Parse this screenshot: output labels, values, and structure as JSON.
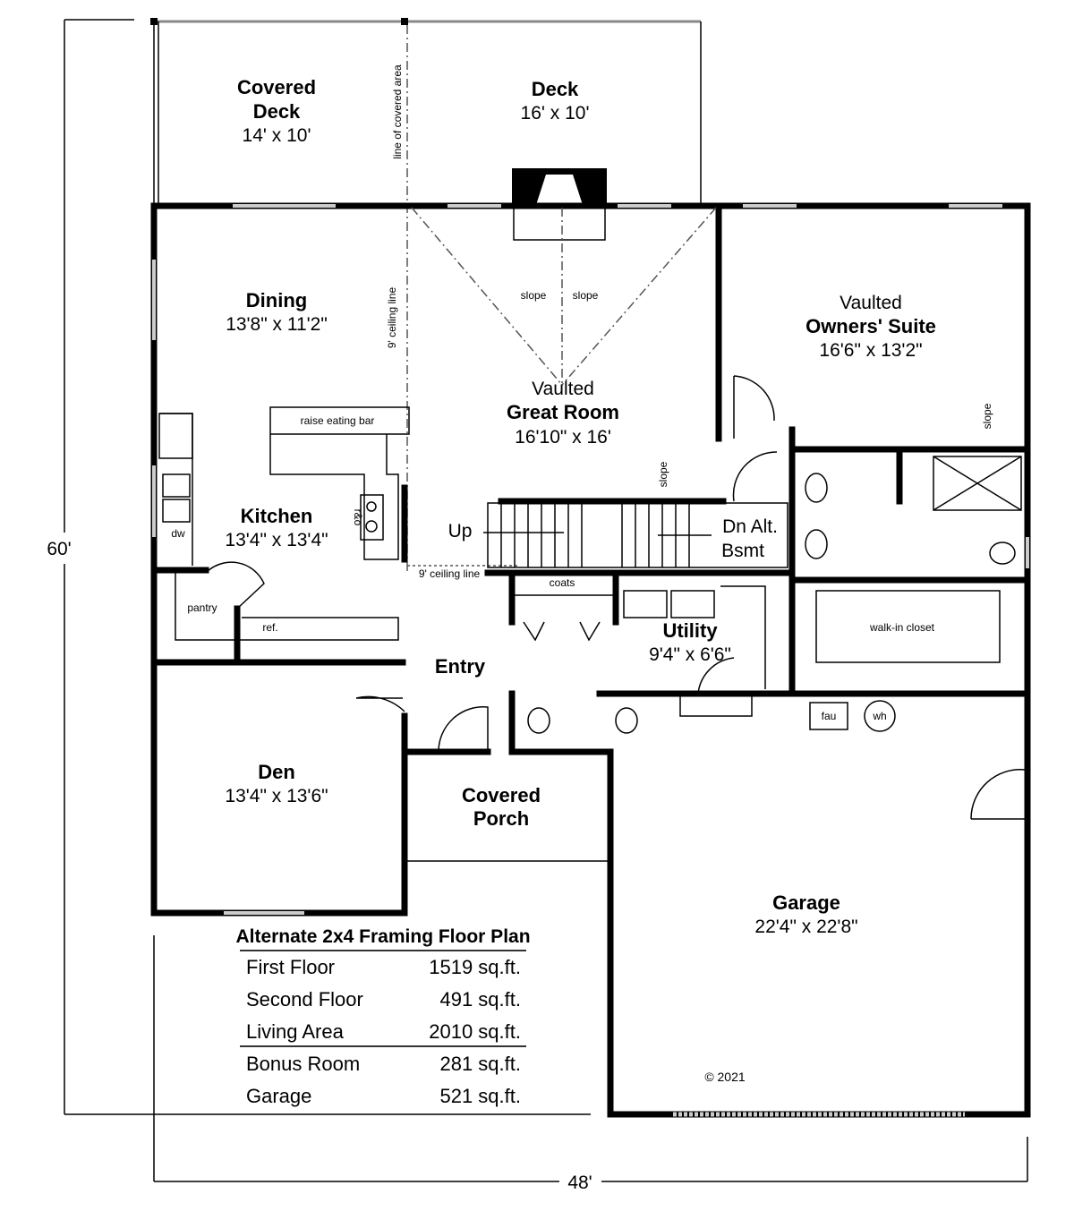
{
  "dimensions": {
    "height": "60'",
    "width": "48'"
  },
  "rooms": {
    "covered_deck": {
      "name1": "Covered",
      "name2": "Deck",
      "size": "14' x 10'"
    },
    "deck": {
      "name": "Deck",
      "size": "16' x 10'"
    },
    "dining": {
      "name": "Dining",
      "size": "13'8\" x 11'2\""
    },
    "great_room": {
      "prefix": "Vaulted",
      "name": "Great Room",
      "size": "16'10\" x 16'"
    },
    "owners_suite": {
      "prefix": "Vaulted",
      "name": "Owners' Suite",
      "size": "16'6\" x 13'2\""
    },
    "kitchen": {
      "name": "Kitchen",
      "size": "13'4\" x 13'4\""
    },
    "entry": {
      "name": "Entry"
    },
    "utility": {
      "name": "Utility",
      "size": "9'4\" x 6'6\""
    },
    "den": {
      "name": "Den",
      "size": "13'4\" x 13'6\""
    },
    "covered_porch": {
      "name1": "Covered",
      "name2": "Porch"
    },
    "garage": {
      "name": "Garage",
      "size": "22'4\" x 22'8\""
    }
  },
  "annotations": {
    "line_of_covered_area": "line of covered area",
    "ceiling_line_9": "9' ceiling line",
    "slope": "slope",
    "raise_eating_bar": "raise eating bar",
    "range_oven": "r&o",
    "dw": "dw",
    "pantry": "pantry",
    "ref": "ref.",
    "coats": "coats",
    "walk_in_closet": "walk-in closet",
    "fau": "fau",
    "wh": "wh",
    "up": "Up",
    "dn1": "Dn Alt.",
    "dn2": "Bsmt",
    "copyright": "© 2021"
  },
  "area_table": {
    "title": "Alternate 2x4 Framing Floor Plan",
    "rows": [
      {
        "label": "First Floor",
        "value": "1519 sq.ft."
      },
      {
        "label": "Second Floor",
        "value": "491 sq.ft."
      },
      {
        "label": "Living Area",
        "value": "2010 sq.ft."
      },
      {
        "label": "Bonus Room",
        "value": "281 sq.ft."
      },
      {
        "label": "Garage",
        "value": "521 sq.ft."
      }
    ]
  }
}
